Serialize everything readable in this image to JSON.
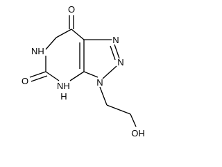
{
  "structure": {
    "atoms": {
      "o_top": "O",
      "nh_ring": "NH",
      "h_of_nh_ring": "H",
      "o_left": "O",
      "nh_bottom": "NH",
      "h_of_nh_bottom": "H",
      "n_right_top": "N",
      "n_right_mid": "N",
      "n_ring_bottom": "N",
      "oh": "OH"
    },
    "colors": {
      "bond": "#000000",
      "label": "#000000",
      "background": "#ffffff"
    }
  }
}
